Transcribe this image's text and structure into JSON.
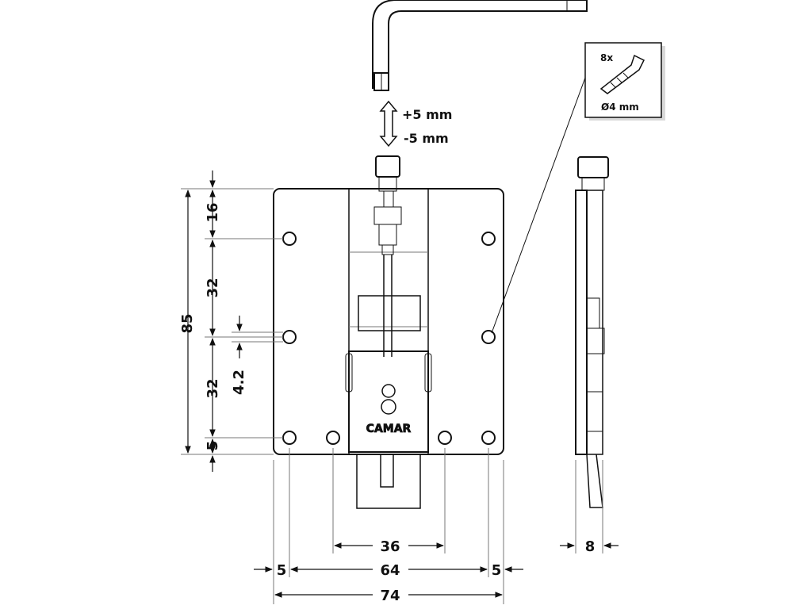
{
  "adjustment": {
    "plus": "+5 mm",
    "minus": "-5 mm"
  },
  "screw_box": {
    "count": "8x",
    "diameter": "Ø4 mm"
  },
  "brand": "CAMAR",
  "dimensions": {
    "height_total": "85",
    "top_offset": "16",
    "hole_spacing_upper": "32",
    "hole_spacing_lower": "32",
    "bottom_offset": "5",
    "hole_offset": "4.2",
    "width_inner": "36",
    "width_holes": "64",
    "width_total": "74",
    "side_left": "5",
    "side_right": "5",
    "depth": "8"
  }
}
